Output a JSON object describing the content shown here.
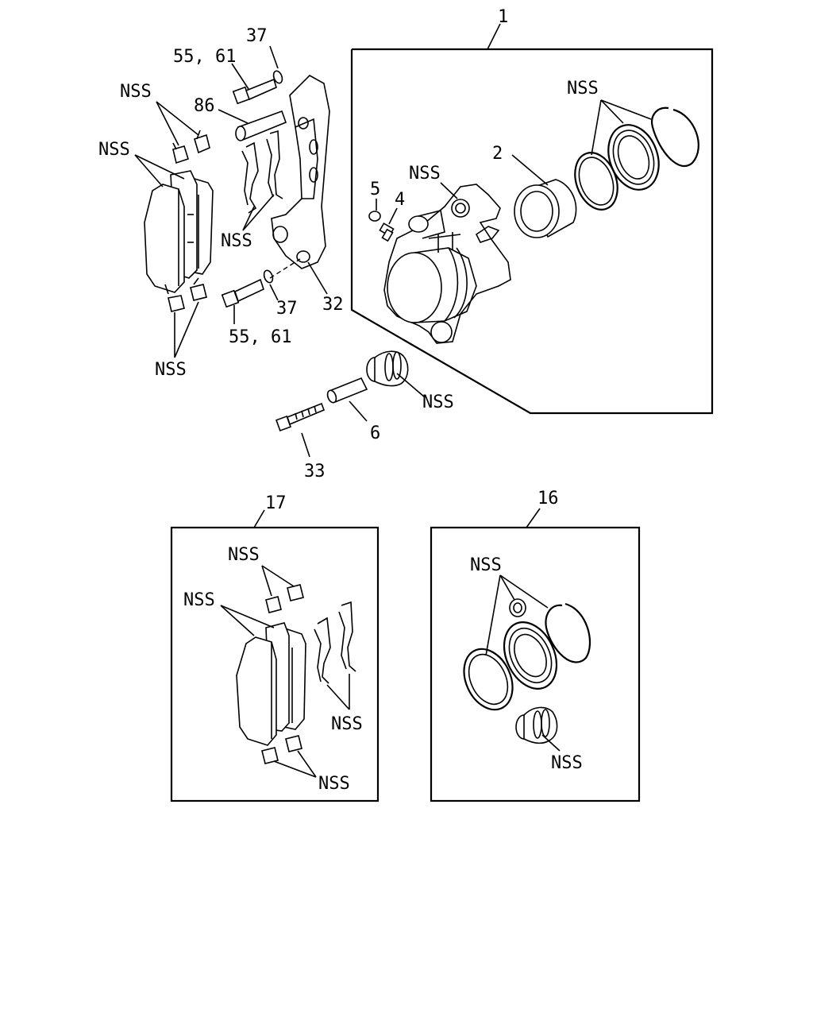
{
  "labels": {
    "kit_1": "1",
    "piston": "2",
    "part_4": "4",
    "part_5": "5",
    "guide_pin": "6",
    "kit_16": "16",
    "kit_17": "17",
    "support": "32",
    "bolt_33": "33",
    "washer_37_top": "37",
    "washer_37_bottom": "37",
    "bolt_55_61_top": "55, 61",
    "bolt_55_61_bottom": "55, 61",
    "sleeve_86": "86",
    "nss": "NSS"
  }
}
